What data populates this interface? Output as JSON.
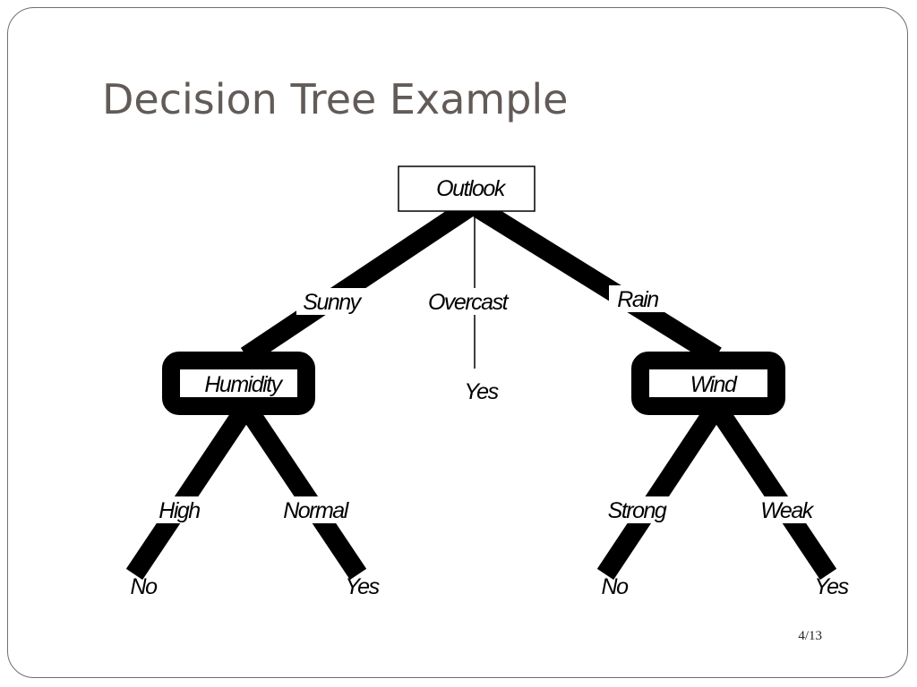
{
  "slide": {
    "title": "Decision Tree Example",
    "page_number": "4/13"
  },
  "tree": {
    "root": "Outlook",
    "branches": {
      "sunny": "Sunny",
      "overcast": "Overcast",
      "rain": "Rain"
    },
    "nodes": {
      "humidity": "Humidity",
      "overcast_leaf": "Yes",
      "wind": "Wind"
    },
    "humidity_branches": {
      "high": "High",
      "normal": "Normal"
    },
    "humidity_leaves": {
      "high": "No",
      "normal": "Yes"
    },
    "wind_branches": {
      "strong": "Strong",
      "weak": "Weak"
    },
    "wind_leaves": {
      "strong": "No",
      "weak": "Yes"
    }
  }
}
